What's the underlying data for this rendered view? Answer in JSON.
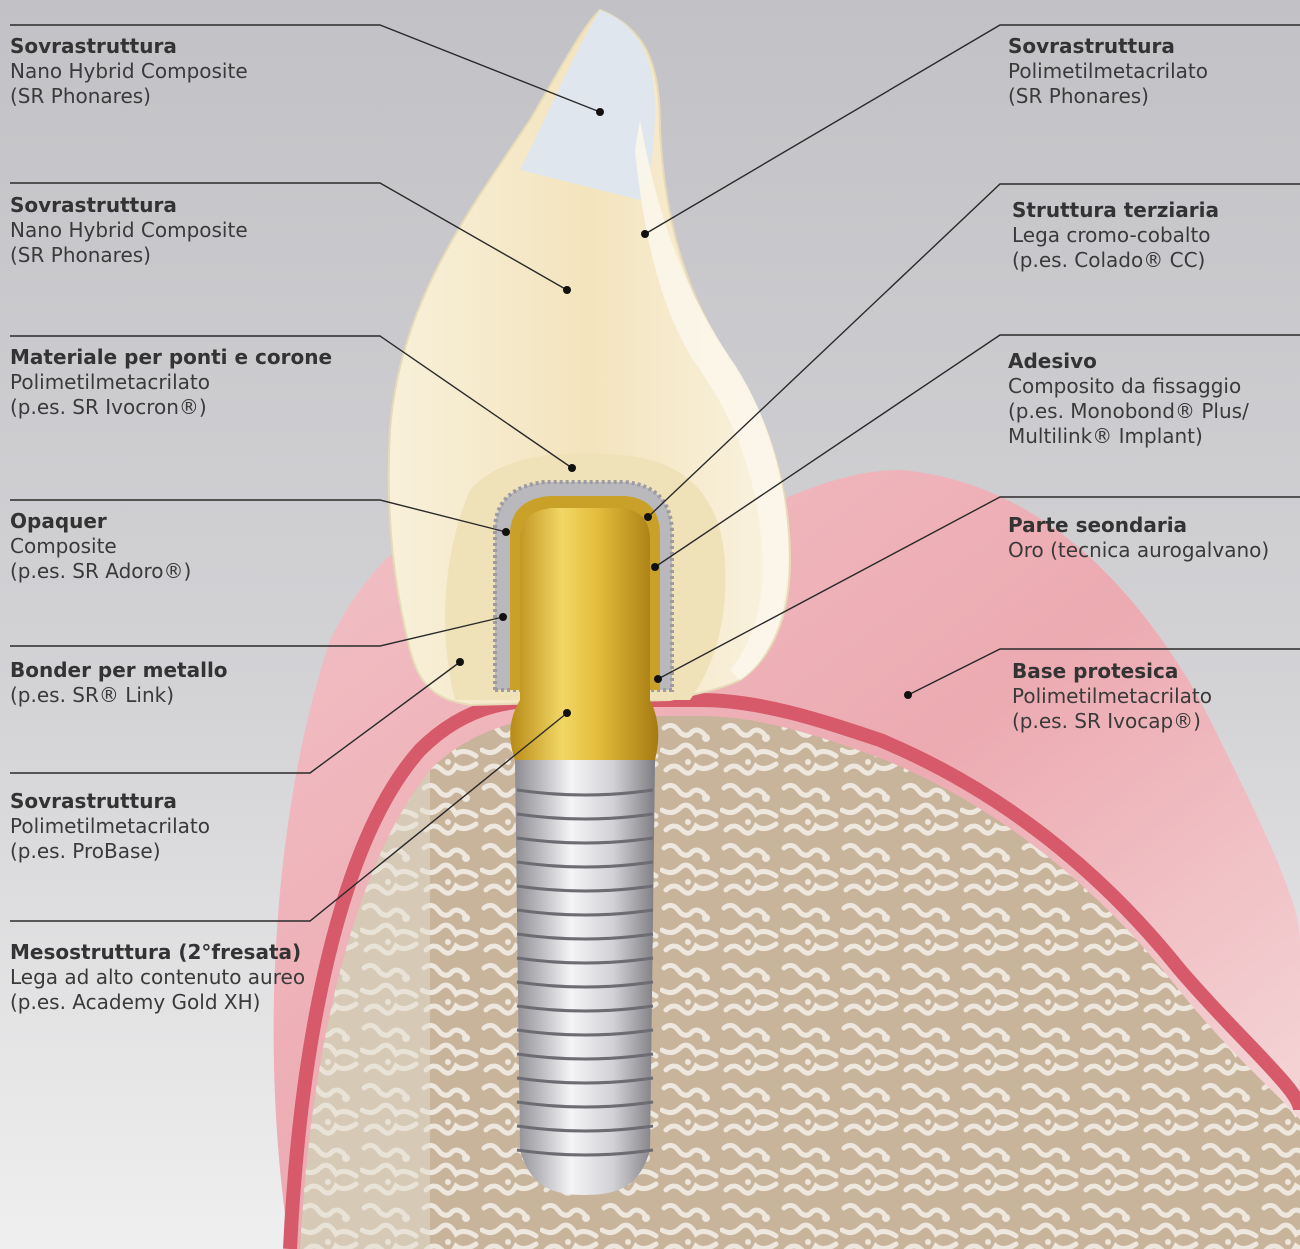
{
  "labels": [
    {
      "title": "Sovrastruttura",
      "lines": [
        "Nano Hybrid Composite",
        "(SR Phonares)"
      ]
    },
    {
      "title": "Sovrastruttura",
      "lines": [
        "Nano Hybrid Composite",
        "(SR Phonares)"
      ]
    },
    {
      "title": "Materiale per ponti e corone",
      "lines": [
        "Polimetilmetacrilato",
        "(p.es. SR Ivocron®)"
      ]
    },
    {
      "title": "Opaquer",
      "lines": [
        "Composite",
        "(p.es. SR Adoro®)"
      ]
    },
    {
      "title": "Bonder per metallo",
      "lines": [
        "(p.es. SR® Link)"
      ]
    },
    {
      "title": "Sovrastruttura",
      "lines": [
        "Polimetilmetacrilato",
        "(p.es. ProBase)"
      ]
    },
    {
      "title": "Mesostruttura (2°fresata)",
      "lines": [
        "Lega ad alto contenuto aureo",
        "(p.es. Academy Gold XH)"
      ]
    },
    {
      "title": "Sovrastruttura",
      "lines": [
        "Polimetilmetacrilato",
        "(SR Phonares)"
      ]
    },
    {
      "title": "Struttura terziaria",
      "lines": [
        "Lega cromo-cobalto",
        "(p.es. Colado® CC)"
      ]
    },
    {
      "title": "Adesivo",
      "lines": [
        "Composito da fissaggio",
        "(p.es. Monobond® Plus/",
        "Multilink® Implant)"
      ]
    },
    {
      "title": "Parte seondaria",
      "lines": [
        "Oro (tecnica aurogalvano)"
      ]
    },
    {
      "title": "Base protesica",
      "lines": [
        "Polimetilmetacrilato",
        "(p.es. SR Ivocap®)"
      ]
    }
  ],
  "colors": {
    "background_top": "#c3c3c7",
    "background_bottom": "#ececec",
    "gum": "#e9a5ad",
    "gum_dark": "#d4616f",
    "bone": "#d6c3a8",
    "crown": "#f6ebcb",
    "enamel": "#dfe6ee",
    "gold": "#d6ad2c",
    "metal": "#a7a7ad",
    "implant": "#cfcfd3",
    "leader": "#2a2a2a"
  }
}
